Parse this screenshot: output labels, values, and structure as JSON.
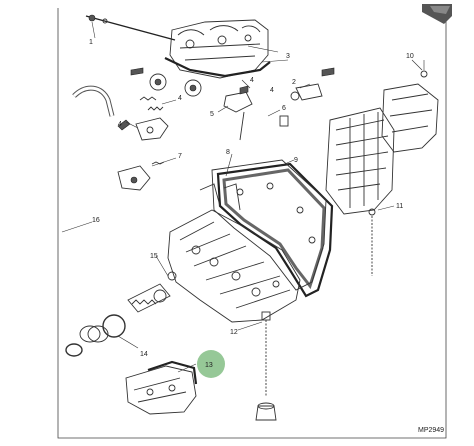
{
  "figure": {
    "code": "MP2949",
    "highlighted_callout": "13"
  },
  "callouts": {
    "c1": "1",
    "c2": "2",
    "c3": "3",
    "c4a": "4",
    "c4b": "4",
    "c4c": "4",
    "c4d": "4",
    "c5": "5",
    "c6": "6",
    "c7": "7",
    "c8": "8",
    "c9": "9",
    "c10": "10",
    "c11": "11",
    "c12": "12",
    "c13": "13",
    "c14": "14",
    "c15": "15",
    "c16": "16"
  },
  "colors": {
    "highlight": "#8bc28c",
    "corner_tab": "#555555"
  }
}
